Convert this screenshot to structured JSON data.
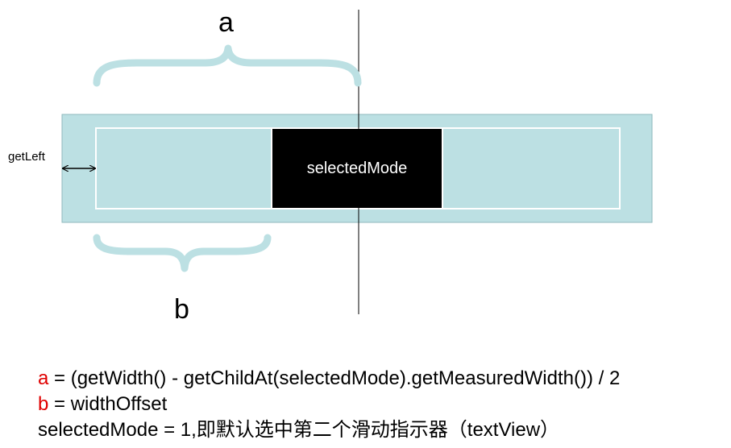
{
  "labels": {
    "a": "a",
    "b": "b",
    "get_left": "getLeft",
    "selected_mode": "selectedMode"
  },
  "formulas": {
    "a_var": "a",
    "a_expr": " = (getWidth() - getChildAt(selectedMode).getMeasuredWidth()) / 2",
    "b_var": "b",
    "b_expr": " = widthOffset",
    "note": "selectedMode = 1,即默认选中第二个滑动指示器（textView）"
  },
  "colors": {
    "container_fill": "#bce0e3",
    "container_border": "#8fb9bd",
    "item_border": "#ffffff",
    "selected_fill": "#000000",
    "brace": "#bce0e3",
    "variable_highlight": "#e00000"
  }
}
